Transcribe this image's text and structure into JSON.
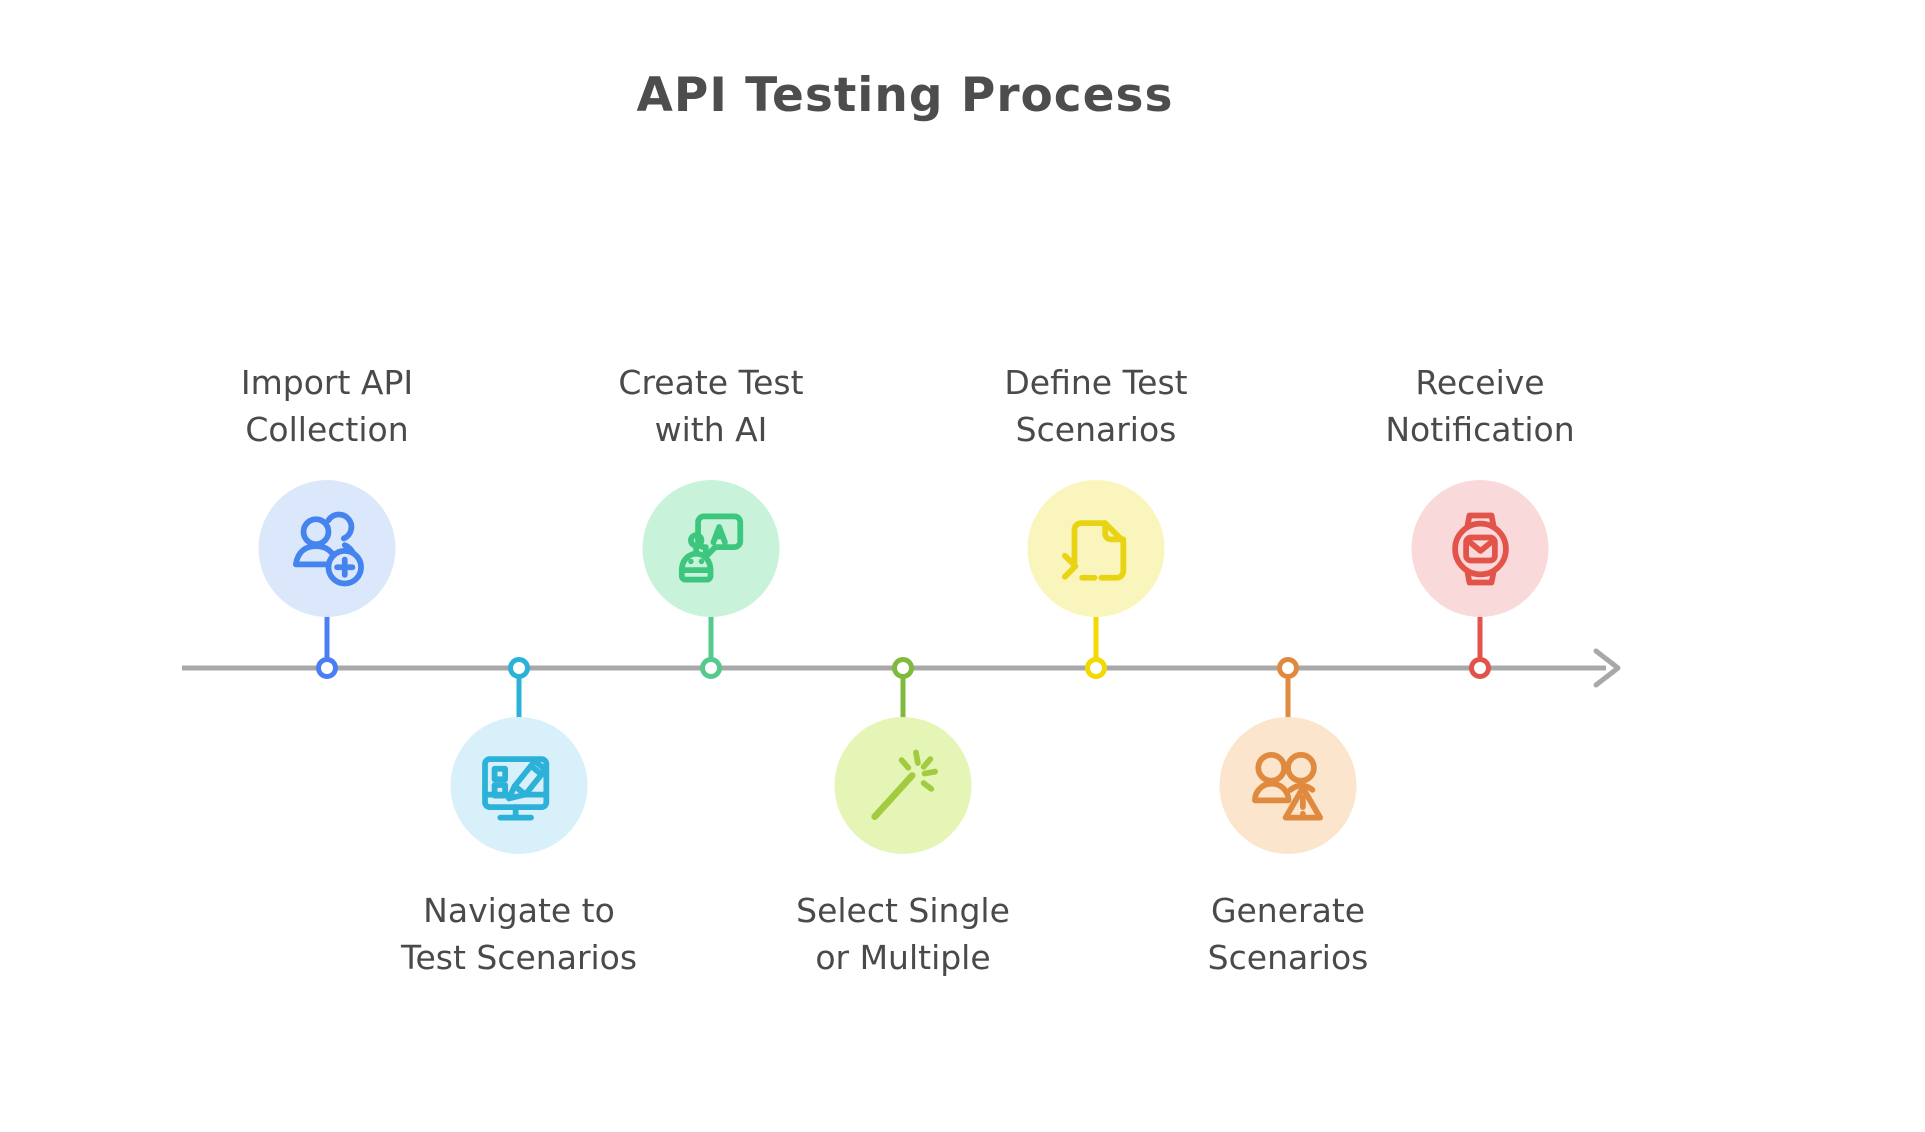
{
  "title": "API Testing Process",
  "title_color": "#4d4d4d",
  "label_color": "#4a4a4a",
  "timeline": {
    "color": "#a8a8a8",
    "direction": "left-to-right-arrow"
  },
  "steps": [
    {
      "label": "Import API\nCollection",
      "position": "above",
      "icon": "add-user-icon",
      "circle_color": "#dbe7fb",
      "icon_color": "#4583ee",
      "accent_color": "#4c7ef3"
    },
    {
      "label": "Navigate to\nTest Scenarios",
      "position": "below",
      "icon": "monitor-edit-icon",
      "circle_color": "#d8f0f9",
      "icon_color": "#2cb1d9",
      "accent_color": "#2cb1d9"
    },
    {
      "label": "Create Test\nwith AI",
      "position": "above",
      "icon": "robot-chat-icon",
      "circle_color": "#c8f2da",
      "icon_color": "#3dc67e",
      "accent_color": "#54ca8c"
    },
    {
      "label": "Select Single\nor Multiple",
      "position": "below",
      "icon": "magic-wand-icon",
      "circle_color": "#e4f5b5",
      "icon_color": "#a3cb3f",
      "accent_color": "#7fba3e"
    },
    {
      "label": "Define Test\nScenarios",
      "position": "above",
      "icon": "code-file-icon",
      "circle_color": "#faf5bd",
      "icon_color": "#e9d414",
      "accent_color": "#f2d900"
    },
    {
      "label": "Generate\nScenarios",
      "position": "below",
      "icon": "users-warning-icon",
      "circle_color": "#fbe5cd",
      "icon_color": "#df8a3e",
      "accent_color": "#df8a3e"
    },
    {
      "label": "Receive\nNotification",
      "position": "above",
      "icon": "watch-mail-icon",
      "circle_color": "#f9d9d9",
      "icon_color": "#e2534a",
      "accent_color": "#e2534a"
    }
  ]
}
